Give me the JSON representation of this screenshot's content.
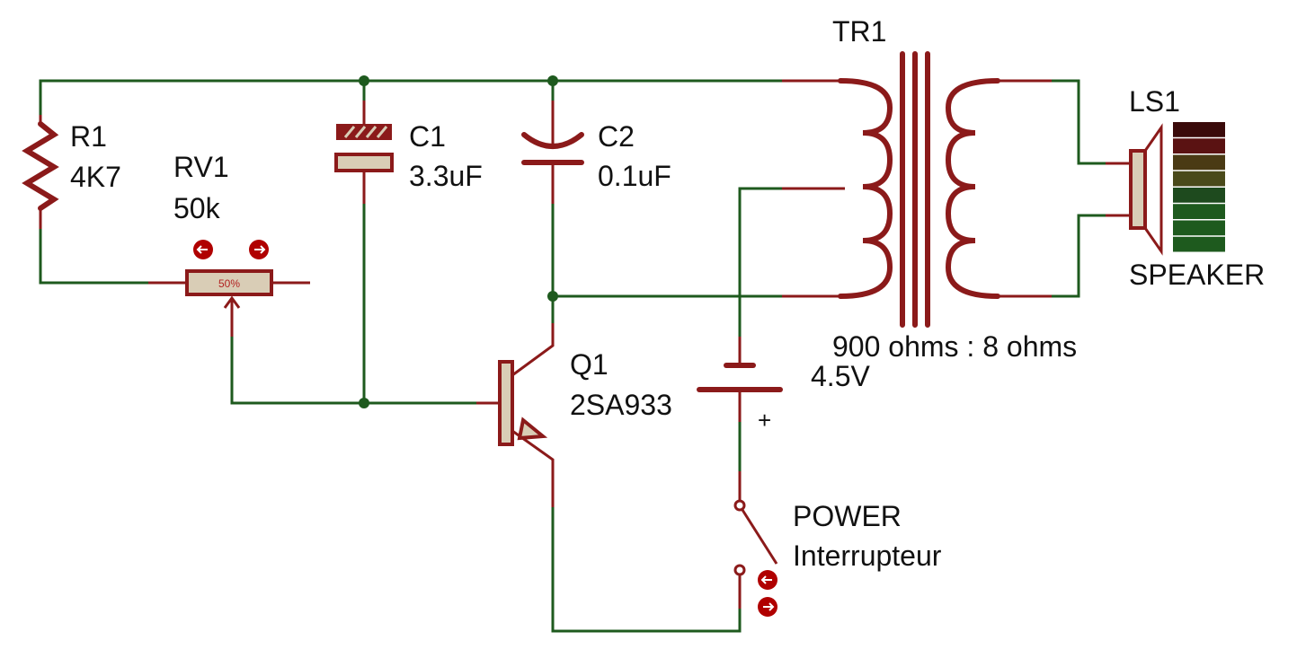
{
  "components": {
    "r1": {
      "ref": "R1",
      "value": "4K7"
    },
    "rv1": {
      "ref": "RV1",
      "value": "50k",
      "setting": "50%"
    },
    "c1": {
      "ref": "C1",
      "value": "3.3uF"
    },
    "c2": {
      "ref": "C2",
      "value": "0.1uF"
    },
    "tr1": {
      "ref": "TR1",
      "ratio": "900 ohms : 8 ohms"
    },
    "ls1": {
      "ref": "LS1",
      "value": "SPEAKER"
    },
    "q1": {
      "ref": "Q1",
      "value": "2SA933"
    },
    "battery": {
      "value": "4.5V",
      "polarity": "+"
    },
    "switch": {
      "name": "POWER",
      "value": "Interrupteur"
    }
  },
  "colors": {
    "wire": "#1e5a1e",
    "component": "#8b1a1a",
    "body": "#d9cdb6",
    "speaker_levels": [
      "#3a0a0a",
      "#5a1212",
      "#4a3a14",
      "#4a4a1a",
      "#1e4a1e",
      "#1e5a1e",
      "#1e5a1e",
      "#1e5a1e"
    ]
  }
}
